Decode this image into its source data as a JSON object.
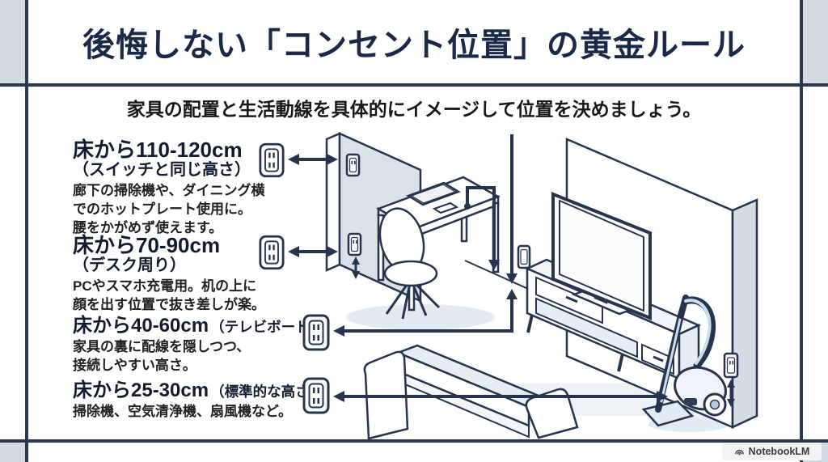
{
  "title": "後悔しない「コンセント位置」の黄金ルール",
  "subtitle": "家具の配置と生活動線を具体的にイメージして位置を決めましょう。",
  "rules": [
    {
      "height": "床から110-120cm",
      "label": "（スイッチと同じ高さ）",
      "desc": "廊下の掃除機や、ダイニング横\nでのホットプレート使用に。\n腰をかがめず使えます。"
    },
    {
      "height": "床から70-90cm",
      "label": "（デスク周り）",
      "desc": "PCやスマホ充電用。机の上に\n顔を出す位置で抜き差しが楽。"
    },
    {
      "height": "床から40-60cm",
      "label": "（テレビボード用）",
      "desc": "家具の裏に配線を隠しつつ、\n接続しやすい高さ。"
    },
    {
      "height": "床から25-30cm",
      "label": "（標準的な高さ）",
      "desc": "掃除機、空気清浄機、扇風機など。"
    }
  ],
  "watermark": "NotebookLM",
  "icons": {
    "outlet": "outlet-icon",
    "watermark_logo": "notebooklm-logo-icon"
  },
  "colors": {
    "frame": "#2c3a50",
    "corner_cell": "#d4dae1",
    "title_text": "#1a2947",
    "body_text": "#202020",
    "wall_fill": "#dde3eb",
    "illustration_line": "#26344e"
  }
}
